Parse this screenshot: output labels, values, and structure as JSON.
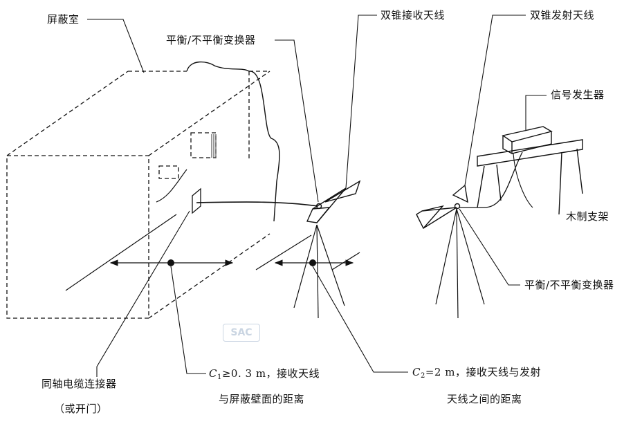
{
  "labels": {
    "shield_room": "屏蔽室",
    "balun_top": "平衡/不平衡变换器",
    "rx_antenna": "双锥接收天线",
    "tx_antenna": "双锥发射天线",
    "signal_generator": "信号发生器",
    "wooden_stand": "木制支架",
    "balun_right": "平衡/不平衡变换器",
    "coax_connector_1": "同轴电缆连接器",
    "coax_connector_2": "（或开门）",
    "c1_symbol": "C",
    "c1_sub": "1",
    "c1_text": "≥0. 3 m，接收天线",
    "c1_line2": "与屏蔽壁面的距离",
    "c2_symbol": "C",
    "c2_sub": "2",
    "c2_text": "=2 m，接收天线与发射",
    "c2_line2": "天线之间的距离"
  },
  "watermark": "SAC",
  "colors": {
    "ink": "#111111",
    "watermark": "#9fb4cc"
  }
}
